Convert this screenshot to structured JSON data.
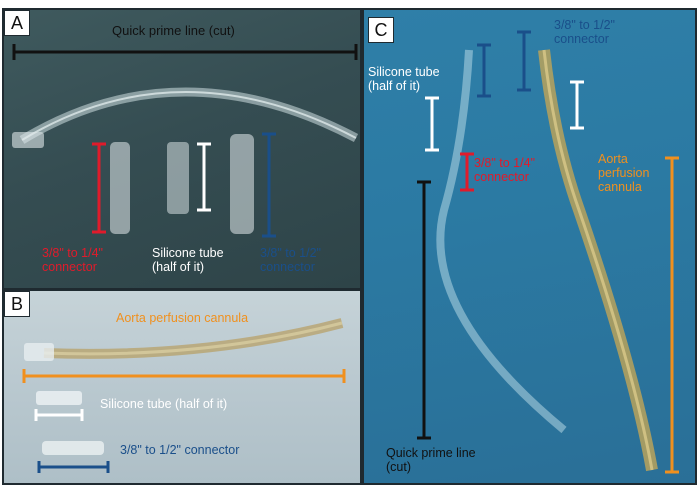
{
  "panels": {
    "a": {
      "label": "A",
      "quick_prime": "Quick prime line (cut)",
      "connector_14": [
        "3/8\" to 1/4\"",
        "connector"
      ],
      "silicone": [
        "Silicone tube",
        "(half of it)"
      ],
      "connector_12": [
        "3/8\" to 1/2\"",
        "connector"
      ]
    },
    "b": {
      "label": "B",
      "cannula": "Aorta perfusion cannula",
      "silicone": "Silicone tube (half of it)",
      "connector_12": "3/8\" to 1/2\" connector"
    },
    "c": {
      "label": "C",
      "connector_12": [
        "3/8\" to 1/2\"",
        "connector"
      ],
      "silicone": [
        "Silicone tube",
        "(half of it)"
      ],
      "connector_14": [
        "3/8\" to 1/4\"",
        "connector"
      ],
      "cannula": [
        "Aorta",
        "perfusion",
        "cannula"
      ],
      "quick_prime": [
        "Quick prime line",
        "(cut)"
      ]
    }
  },
  "colors": {
    "red": "#e01b2b",
    "navy": "#1a4f8a",
    "white": "#ffffff",
    "black": "#111111",
    "orange": "#f0901e"
  }
}
